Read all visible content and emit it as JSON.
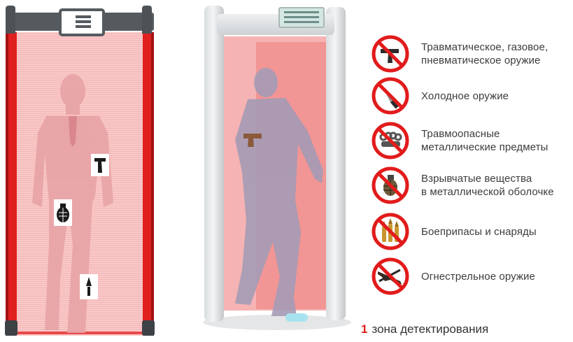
{
  "legend": {
    "items": [
      {
        "icon": "pistol-icon",
        "lines": [
          "Травматическое, газовое,",
          "пневматическое оружие"
        ]
      },
      {
        "icon": "knife-icon",
        "lines": [
          "Холодное оружие"
        ]
      },
      {
        "icon": "brass-knuckles-icon",
        "lines": [
          "Травмоопасные",
          "металлические предметы"
        ]
      },
      {
        "icon": "grenade-icon",
        "lines": [
          "Взрывчатые вещества",
          "в металлической оболочке"
        ]
      },
      {
        "icon": "ammunition-icon",
        "lines": [
          "Боеприпасы и снаряды"
        ]
      },
      {
        "icon": "rifle-icon",
        "lines": [
          "Огнестрельное оружие"
        ]
      }
    ]
  },
  "caption": {
    "number": "1",
    "text": "зона детектирования"
  },
  "colors": {
    "prohibition_red": "#e21b1b",
    "zone_pink": "#f7c0c0",
    "pillar_red": "#e0201f",
    "frame_gray": "#555a5f"
  }
}
